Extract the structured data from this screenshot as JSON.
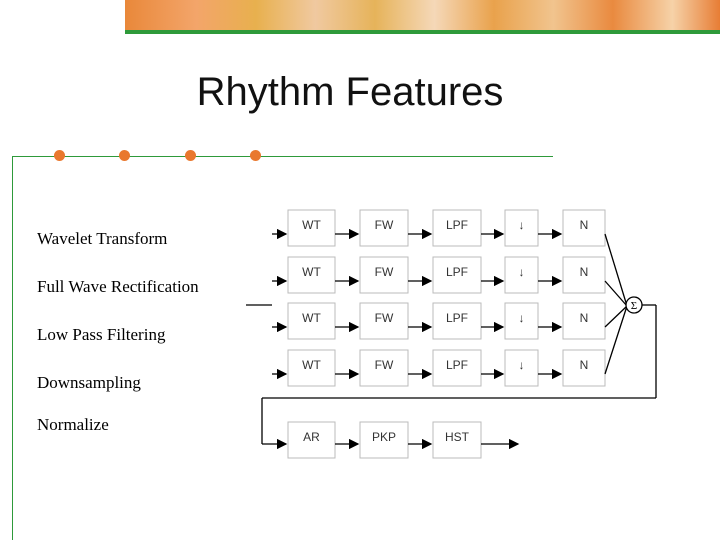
{
  "slide": {
    "title": "Rhythm Features",
    "labels": [
      "Wavelet Transform",
      "Full Wave Rectification",
      "Low Pass Filtering",
      "Downsampling",
      "Normalize"
    ]
  },
  "diagram": {
    "rows": [
      [
        "WT",
        "FW",
        "LPF",
        "↓",
        "N"
      ],
      [
        "WT",
        "FW",
        "LPF",
        "↓",
        "N"
      ],
      [
        "WT",
        "FW",
        "LPF",
        "↓",
        "N"
      ],
      [
        "WT",
        "FW",
        "LPF",
        "↓",
        "N"
      ]
    ],
    "sum_symbol": "Σ",
    "bottom_row": [
      "AR",
      "PKP",
      "HST"
    ]
  },
  "colors": {
    "accent_green": "#2e9a3a",
    "bullet_orange": "#e9782e"
  }
}
